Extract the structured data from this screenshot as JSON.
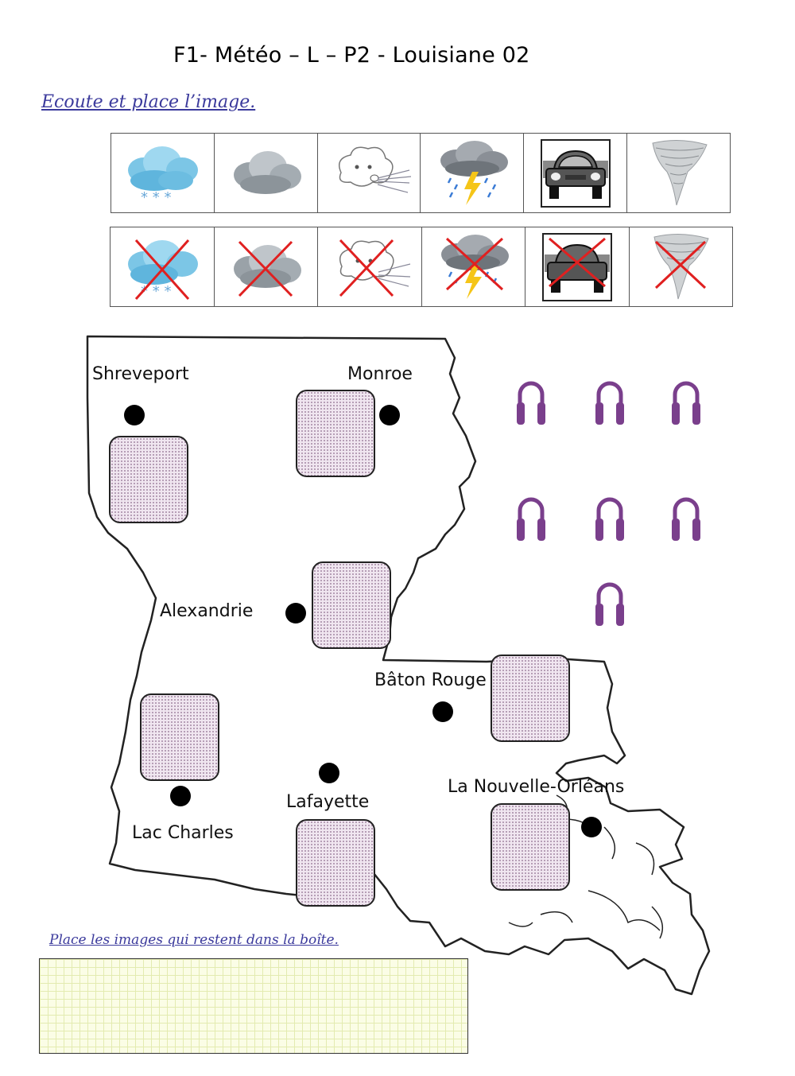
{
  "header": {
    "title": "F1- Météo – L – P2 - Louisiane 02"
  },
  "instructions": {
    "listen_place": "Ecoute et place l’image.",
    "remaining": "Place les images qui restent dans la boîte."
  },
  "weather_icons": [
    "snow-cloud-icon",
    "cloud-icon",
    "wind-icon",
    "thunderstorm-icon",
    "car-icon",
    "tornado-icon"
  ],
  "cities": {
    "shreveport": "Shreveport",
    "monroe": "Monroe",
    "alexandrie": "Alexandrie",
    "baton_rouge": "Bâton Rouge",
    "lafayette": "Lafayette",
    "lac_charles": "Lac Charles",
    "nouvelle_orleans": "La Nouvelle-Orléans"
  },
  "colors": {
    "instruction_text": "#3b3a9c",
    "headphones": "#7a3f8c",
    "cross": "#e02020",
    "drop_zone": "#f0e6f0"
  }
}
